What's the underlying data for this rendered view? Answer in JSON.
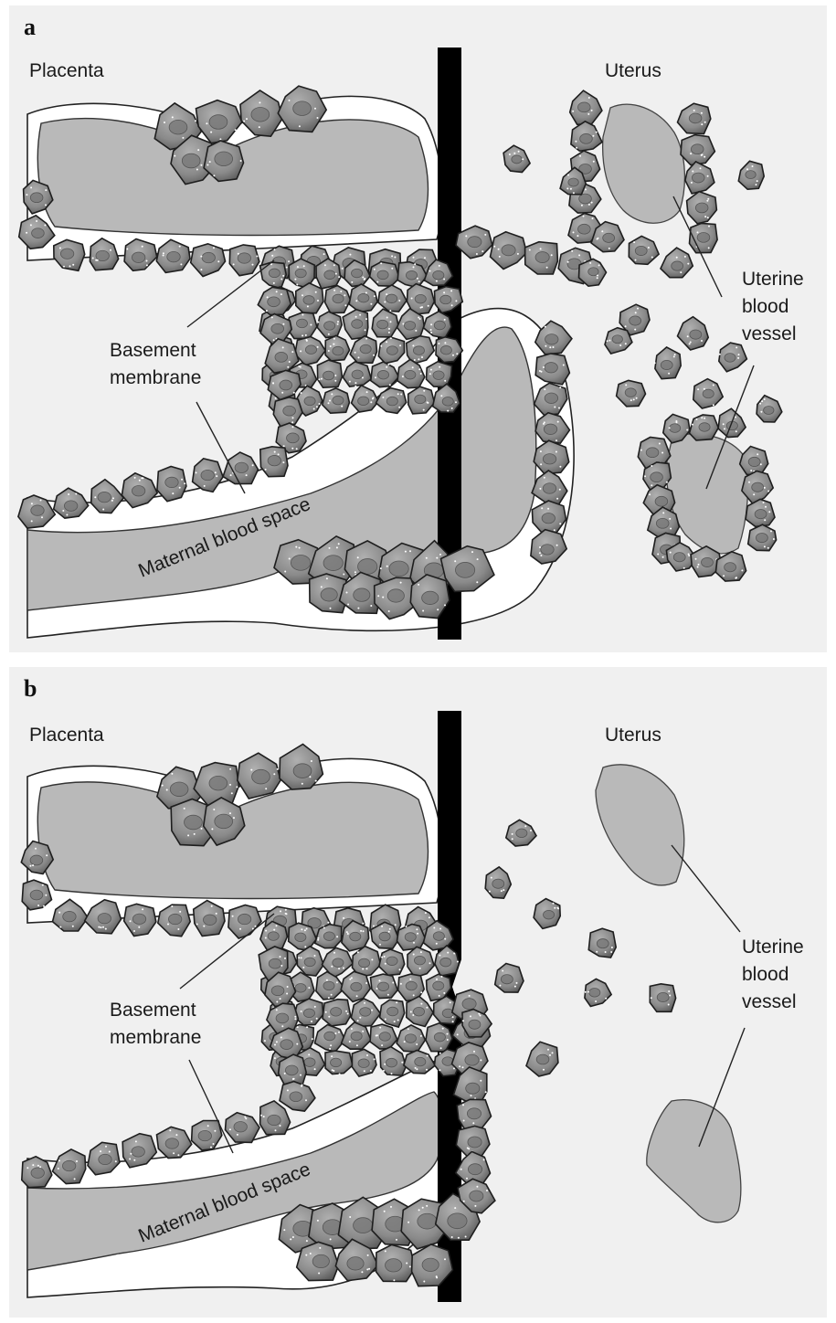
{
  "panels": [
    {
      "letter": "a",
      "placenta": "Placenta",
      "uterus": "Uterus",
      "basement": [
        "Basement",
        "membrane"
      ],
      "maternal": "Maternal blood space",
      "vessel": [
        "Uterine",
        "blood",
        "vessel"
      ]
    },
    {
      "letter": "b",
      "placenta": "Placenta",
      "uterus": "Uterus",
      "basement": [
        "Basement",
        "membrane"
      ],
      "maternal": "Maternal blood space",
      "vessel": [
        "Uterine",
        "blood",
        "vessel"
      ]
    }
  ],
  "colors": {
    "background": "#f0f0f0",
    "lumen": "#b9b9b9",
    "cell_light": "#a8a8a8",
    "cell_dark": "#4f4f4f",
    "wall": "#000000"
  }
}
